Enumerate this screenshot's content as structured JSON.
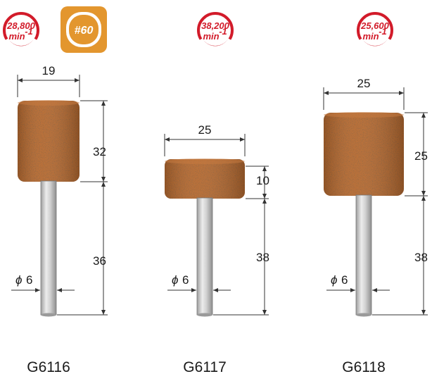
{
  "colors": {
    "badge_red": "#d21b2a",
    "grit_badge": "#e3962e",
    "abrasive": "#b5672f",
    "shaft": "#cfcfcf"
  },
  "products": [
    {
      "model": "G6116",
      "speed_value": "28,800",
      "speed_unit": "min",
      "speed_exp": "-1",
      "grit": "#60",
      "width": "19",
      "head_length": "32",
      "shank_length": "36",
      "shank_dia_symbol": "ϕ",
      "shank_dia": "6"
    },
    {
      "model": "G6117",
      "speed_value": "38,200",
      "speed_unit": "min",
      "speed_exp": "-1",
      "width": "25",
      "head_length": "10",
      "shank_length": "38",
      "shank_dia_symbol": "ϕ",
      "shank_dia": "6"
    },
    {
      "model": "G6118",
      "speed_value": "25,600",
      "speed_unit": "min",
      "speed_exp": "-1",
      "width": "25",
      "head_length": "25",
      "shank_length": "38",
      "shank_dia_symbol": "ϕ",
      "shank_dia": "6"
    }
  ]
}
